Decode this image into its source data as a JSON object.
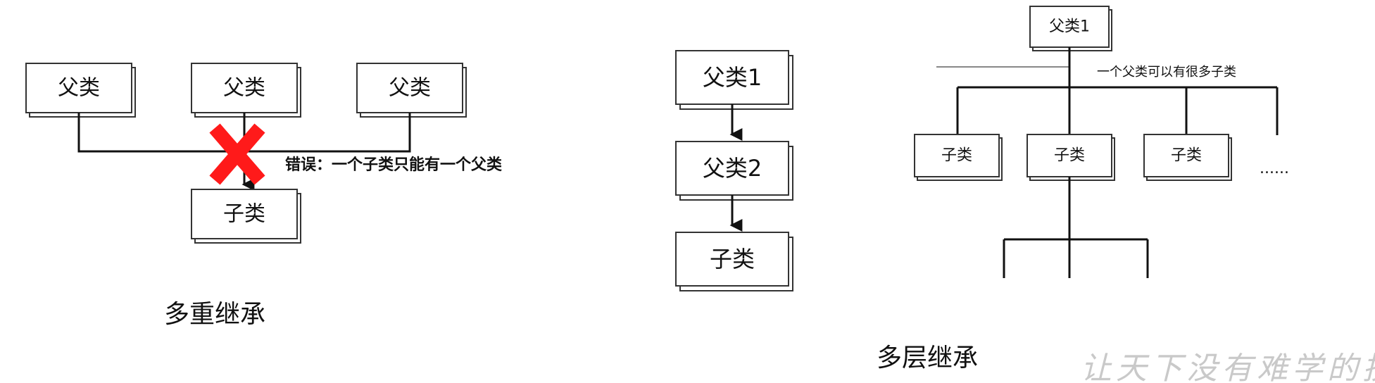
{
  "multiple_inheritance": {
    "parents": [
      "父类",
      "父类",
      "父类"
    ],
    "child": "子类",
    "error_note": "错误：一个子类只能有一个父类",
    "caption": "多重继承",
    "cross_color": "#ff1a1a"
  },
  "multilevel_inheritance": {
    "boxes": [
      "父类1",
      "父类2",
      "子类"
    ],
    "caption": "多层继承"
  },
  "hierarchical_inheritance": {
    "root": "父类1",
    "note": "一个父类可以有很多子类",
    "children": [
      "子类",
      "子类",
      "子类"
    ],
    "ellipsis": "......"
  },
  "watermark": "让天下没有难学的技术"
}
